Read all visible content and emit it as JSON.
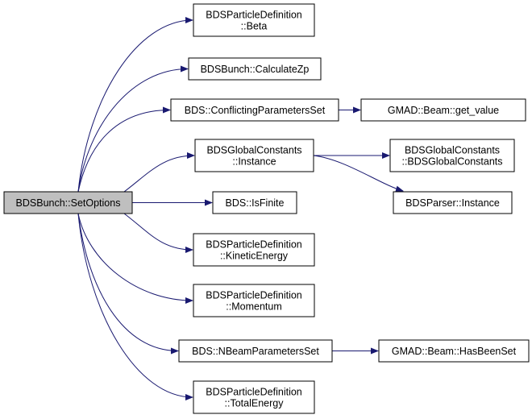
{
  "graph": {
    "colors": {
      "edge": "#191970",
      "node_border": "#000000",
      "root_fill": "#bfbfbf",
      "node_fill": "#ffffff"
    },
    "nodes": [
      {
        "id": "root",
        "lines": [
          "BDSBunch::SetOptions"
        ],
        "root": true
      },
      {
        "id": "beta",
        "lines": [
          "BDSParticleDefinition",
          "::Beta"
        ]
      },
      {
        "id": "calczp",
        "lines": [
          "BDSBunch::CalculateZp"
        ]
      },
      {
        "id": "conflict",
        "lines": [
          "BDS::ConflictingParametersSet"
        ]
      },
      {
        "id": "getvalue",
        "lines": [
          "GMAD::Beam::get_value"
        ]
      },
      {
        "id": "gcinst",
        "lines": [
          "BDSGlobalConstants",
          "::Instance"
        ]
      },
      {
        "id": "gcctor",
        "lines": [
          "BDSGlobalConstants",
          "::BDSGlobalConstants"
        ]
      },
      {
        "id": "parserinst",
        "lines": [
          "BDSParser::Instance"
        ]
      },
      {
        "id": "isfinite",
        "lines": [
          "BDS::IsFinite"
        ]
      },
      {
        "id": "kinetic",
        "lines": [
          "BDSParticleDefinition",
          "::KineticEnergy"
        ]
      },
      {
        "id": "momentum",
        "lines": [
          "BDSParticleDefinition",
          "::Momentum"
        ]
      },
      {
        "id": "nbeam",
        "lines": [
          "BDS::NBeamParametersSet"
        ]
      },
      {
        "id": "hasbeenset",
        "lines": [
          "GMAD::Beam::HasBeenSet"
        ]
      },
      {
        "id": "total",
        "lines": [
          "BDSParticleDefinition",
          "::TotalEnergy"
        ]
      }
    ],
    "edges": [
      {
        "from": "root",
        "to": "beta"
      },
      {
        "from": "root",
        "to": "calczp"
      },
      {
        "from": "root",
        "to": "conflict"
      },
      {
        "from": "root",
        "to": "gcinst"
      },
      {
        "from": "root",
        "to": "isfinite"
      },
      {
        "from": "root",
        "to": "kinetic"
      },
      {
        "from": "root",
        "to": "momentum"
      },
      {
        "from": "root",
        "to": "nbeam"
      },
      {
        "from": "root",
        "to": "total"
      },
      {
        "from": "conflict",
        "to": "getvalue"
      },
      {
        "from": "gcinst",
        "to": "gcctor"
      },
      {
        "from": "gcinst",
        "to": "parserinst"
      },
      {
        "from": "nbeam",
        "to": "hasbeenset"
      }
    ]
  }
}
